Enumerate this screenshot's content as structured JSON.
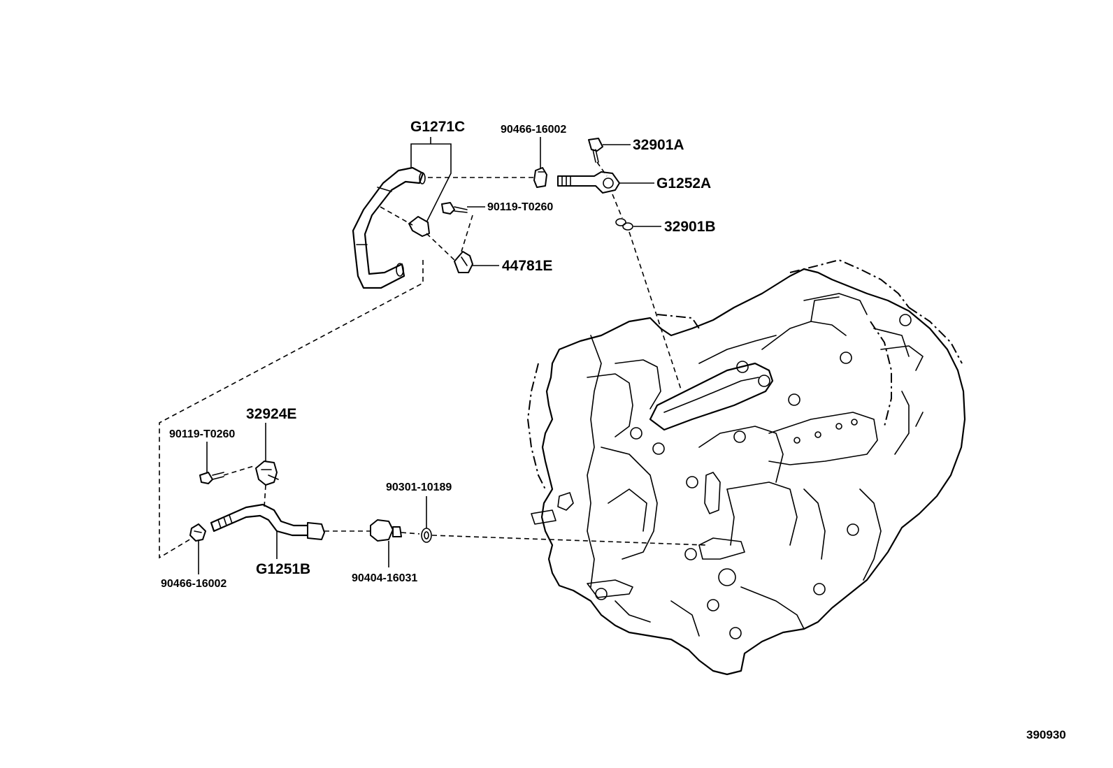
{
  "parts": {
    "g1271c": "G1271C",
    "clip_top": "90466-16002",
    "bolt_32901a": "32901A",
    "g1252a": "G1252A",
    "bolt_top": "90119-T0260",
    "gasket_32901b": "32901B",
    "bracket_44781e": "44781E",
    "bracket_32924e": "32924E",
    "bolt_left": "90119-T0260",
    "gasket_90301": "90301-10189",
    "clip_bottom": "90466-16002",
    "hose_g1251b": "G1251B",
    "plug_90404": "90404-16031"
  },
  "diagram_id": "390930"
}
